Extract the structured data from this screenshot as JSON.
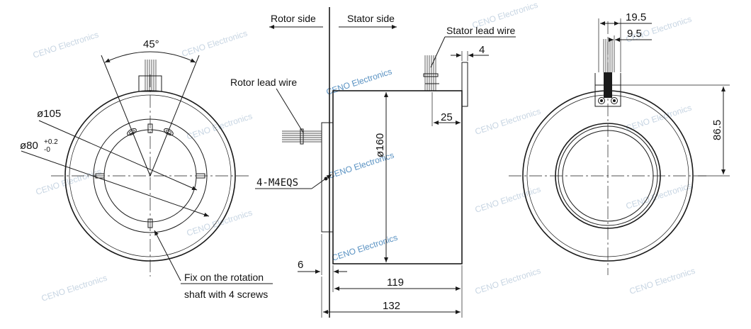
{
  "labels": {
    "rotor_side": "Rotor side",
    "stator_side": "Stator side",
    "stator_lead_wire": "Stator lead wire",
    "rotor_lead_wire": "Rotor lead wire",
    "screw_spec": "4-M4EQS",
    "fix_note_line1": "Fix on the rotation",
    "fix_note_line2": "shaft with 4 screws"
  },
  "dimensions": {
    "angle": "45°",
    "d105": "ø105",
    "d80": "ø80",
    "d80_tol_upper": "+0.2",
    "d80_tol_lower": "-0",
    "d160": "ø160",
    "d4": "4",
    "d25": "25",
    "d6": "6",
    "d119": "119",
    "d132": "132",
    "d19_5": "19.5",
    "d9_5": "9.5",
    "d86_5": "86.5"
  },
  "watermark": "CENO Electronics"
}
